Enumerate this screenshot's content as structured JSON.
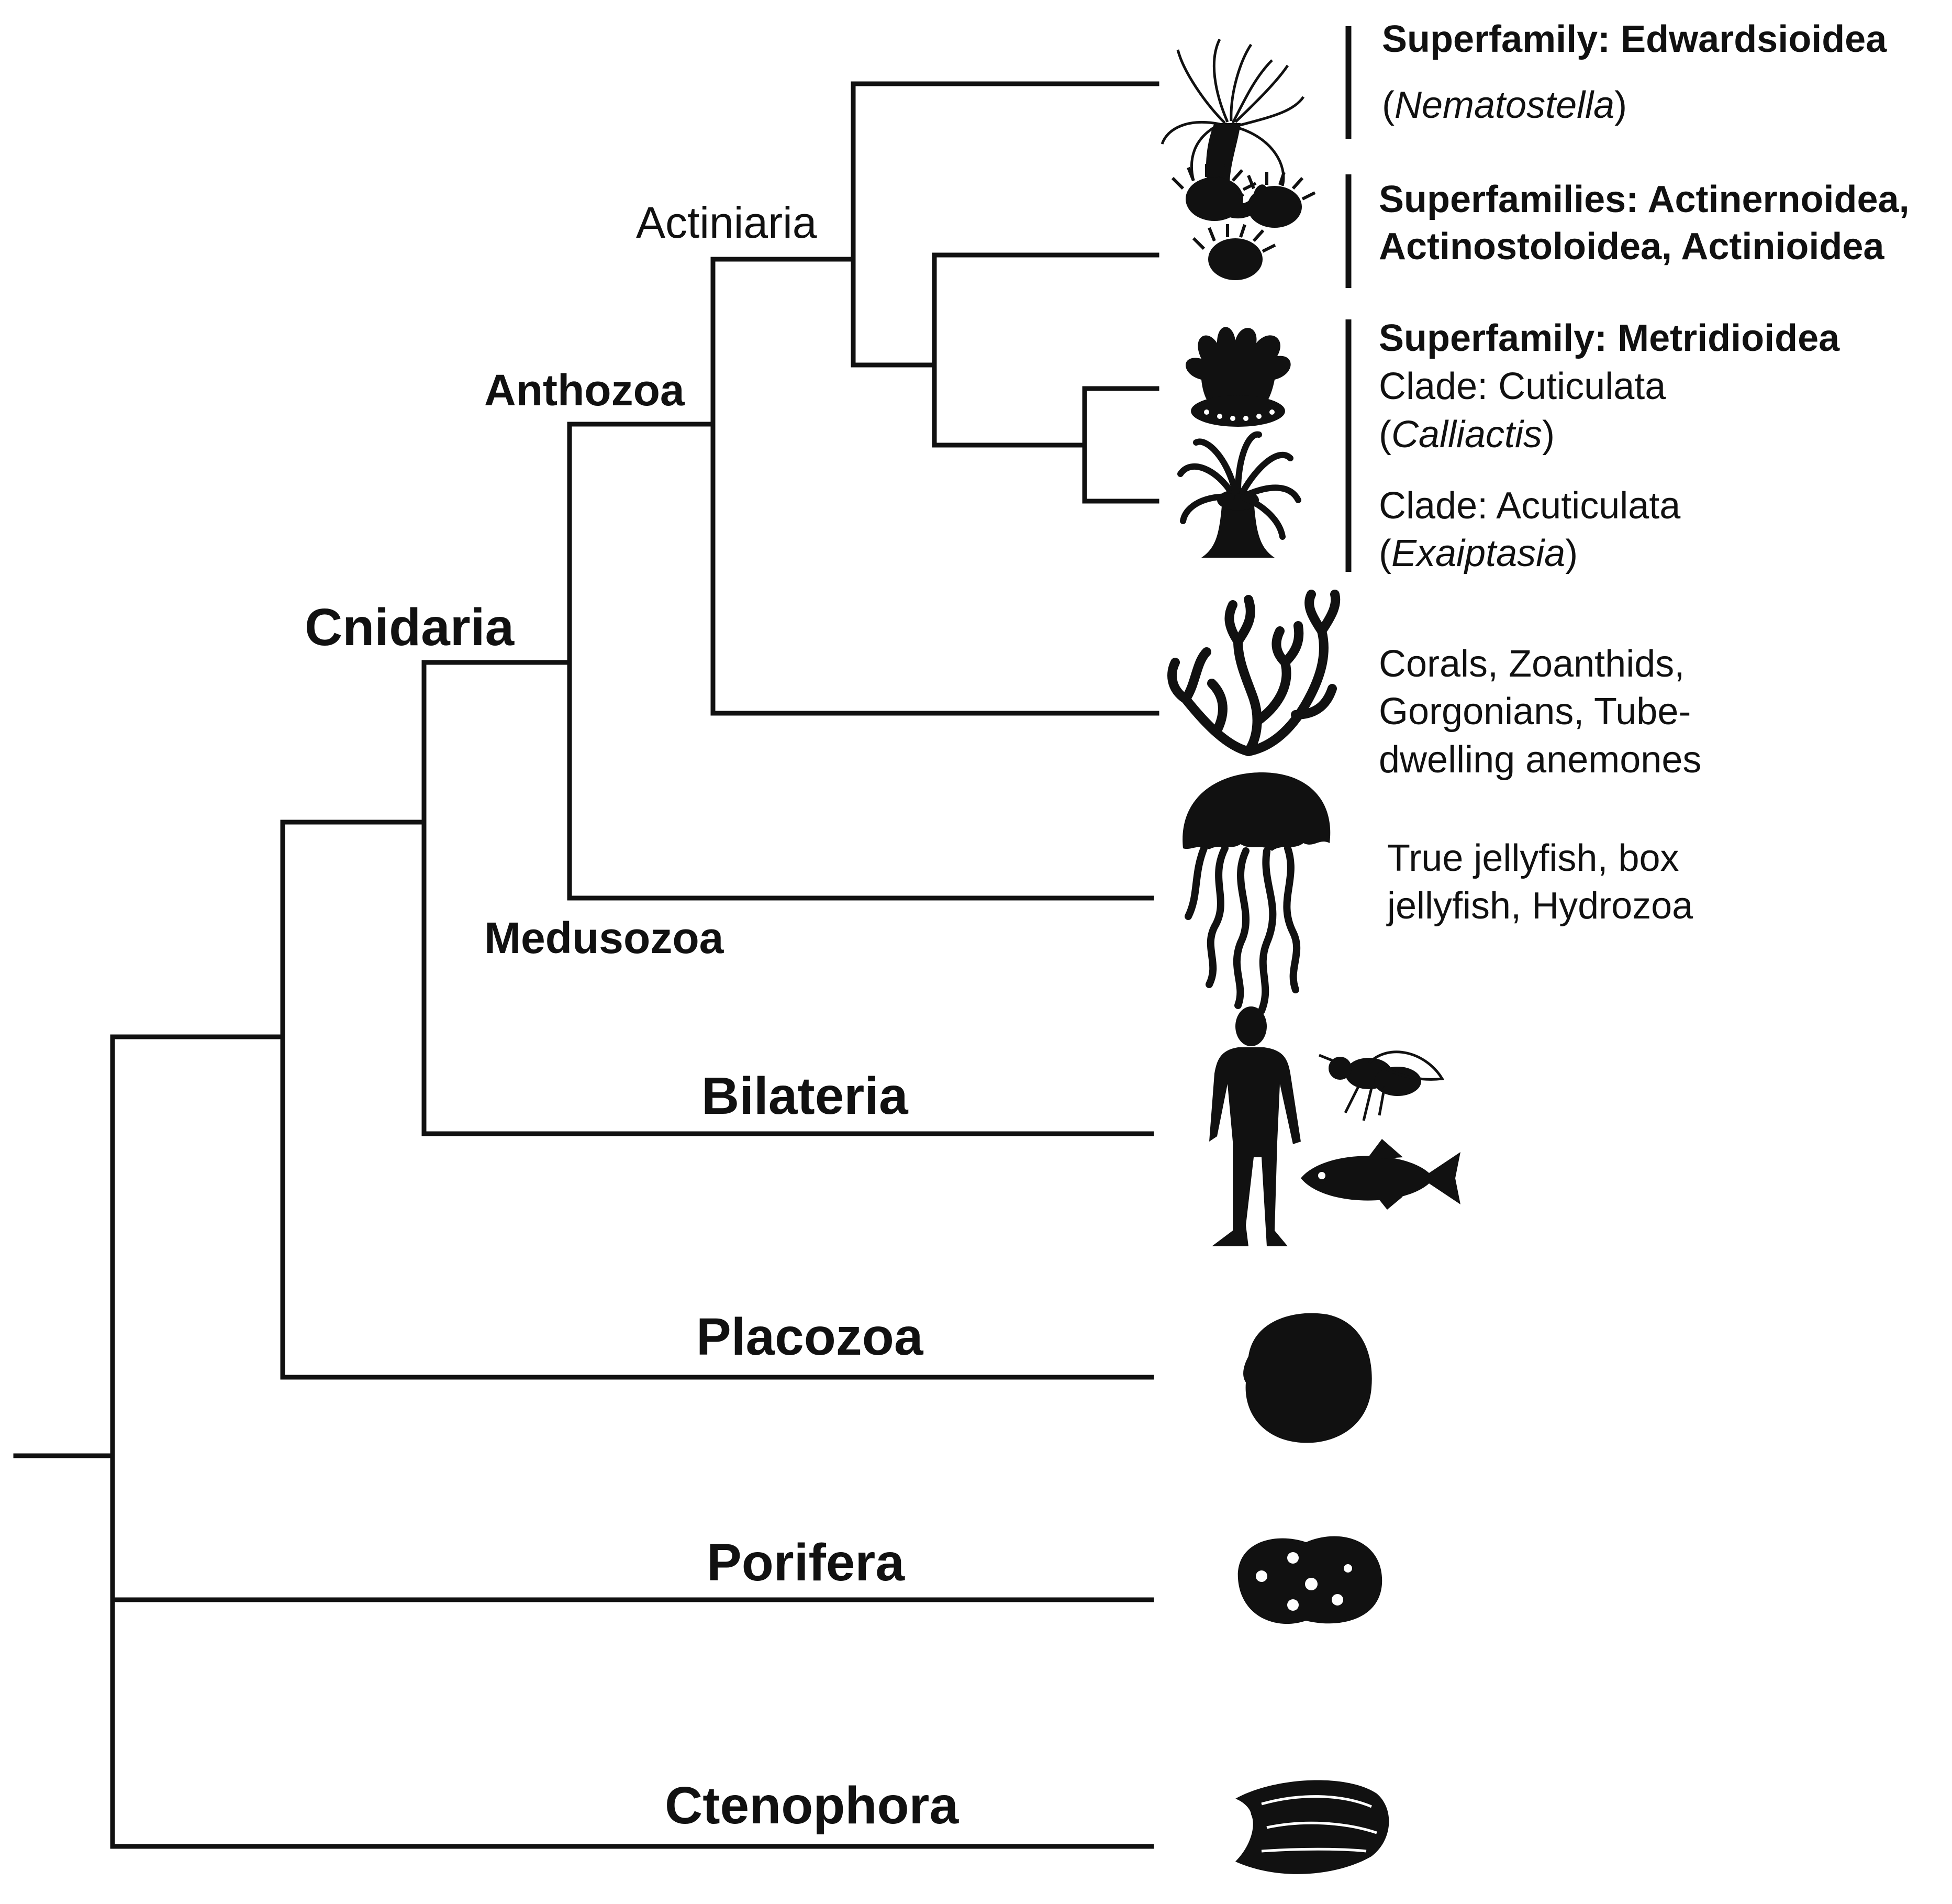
{
  "colors": {
    "line": "#111111",
    "ink": "#111111",
    "background": "#ffffff"
  },
  "nodes": {
    "actiniaria": "Actiniaria",
    "anthozoa": "Anthozoa",
    "cnidaria": "Cnidaria",
    "medusozoa": "Medusozoa",
    "bilateria": "Bilateria",
    "placozoa": "Placozoa",
    "porifera": "Porifera",
    "ctenophora": "Ctenophora"
  },
  "annotations": {
    "edwardsioidea": {
      "title": "Superfamily: Edwardsioidea",
      "open": "(",
      "genus": "Nematostella",
      "close": ")"
    },
    "actinioidea": {
      "line1": "Superfamilies: Actinernoidea,",
      "line2": "Actinostoloidea, Actinioidea"
    },
    "metridioidea": {
      "title": "Superfamily: Metridioidea",
      "clade1": "Clade: Cuticulata",
      "genus1": "Calliactis",
      "clade2": "Clade: Acuticulata",
      "genus2": "Exaiptasia",
      "open": "(",
      "close": ")"
    },
    "corals": {
      "line1": "Corals, Zoanthids,",
      "line2": "Gorgonians, Tube-",
      "line3": "dwelling anemones"
    },
    "jellyfish": {
      "line1": "True jellyfish, box",
      "line2": "jellyfish, Hydrozoa"
    }
  },
  "icons": [
    "nematostella-icon",
    "anemone-cluster-icon",
    "calliactis-icon",
    "exaiptasia-icon",
    "coral-icon",
    "jellyfish-icon",
    "human-icon",
    "fly-icon",
    "fish-icon",
    "placozoa-icon",
    "sponge-icon",
    "ctenophore-icon"
  ]
}
